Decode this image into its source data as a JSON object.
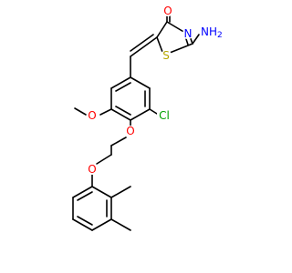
{
  "molecule": {
    "atoms": {
      "O_carbonyl": {
        "label": "O",
        "color": "#ff0000"
      },
      "N_ring": {
        "label": "N",
        "color": "#0000ff"
      },
      "NH2": {
        "label": "NH",
        "subscript": "2",
        "color": "#0000ff"
      },
      "S_ring": {
        "label": "S",
        "color": "#b8a800"
      },
      "Cl": {
        "label": "Cl",
        "color": "#00a000"
      },
      "O_methoxy": {
        "label": "O",
        "color": "#ff0000"
      },
      "O_ether1": {
        "label": "O",
        "color": "#ff0000"
      },
      "O_ether2": {
        "label": "O",
        "color": "#ff0000"
      }
    }
  }
}
